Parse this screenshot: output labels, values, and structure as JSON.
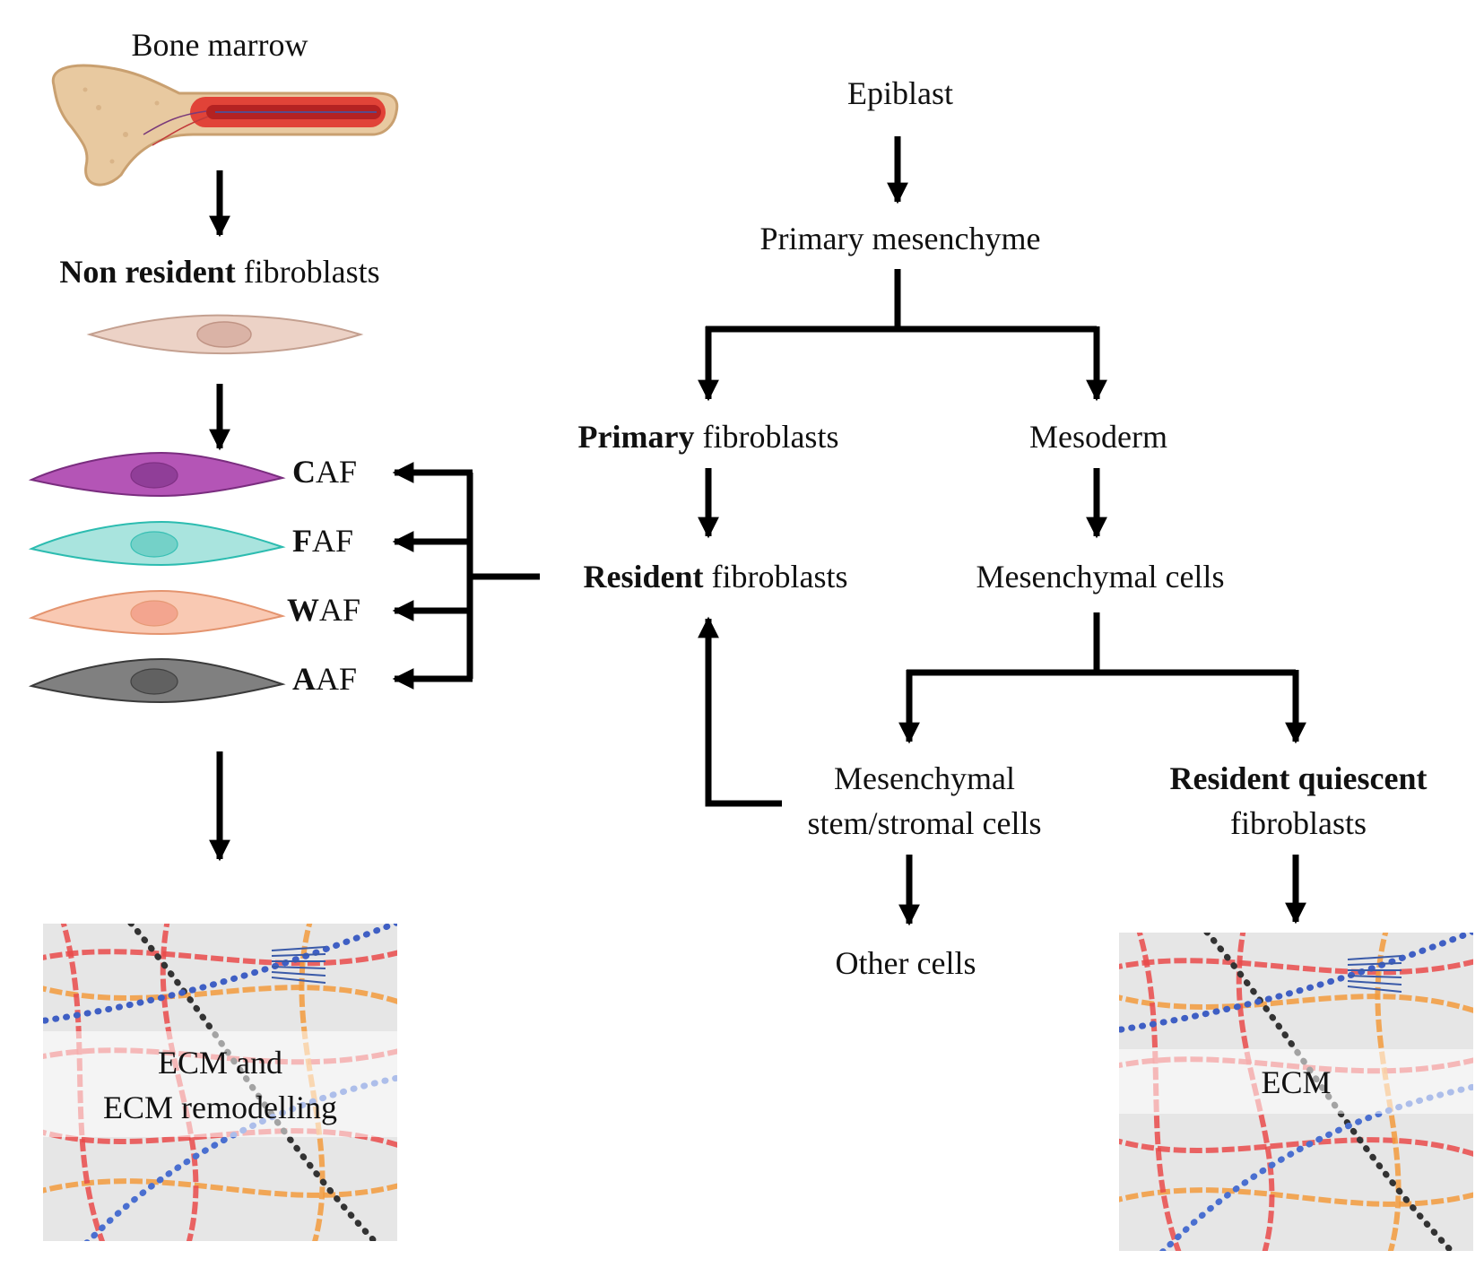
{
  "nodes": {
    "bone_marrow": "Bone marrow",
    "non_resident": {
      "bold": "Non resident",
      "rest": " fibroblasts"
    },
    "subtypes": [
      {
        "initial": "C",
        "rest": "AF",
        "fill": "#b455b6",
        "stroke": "#7a2d7f",
        "nucleus": "#8d3c95"
      },
      {
        "initial": "F",
        "rest": "AF",
        "fill": "#a9e4de",
        "stroke": "#2cbcb0",
        "nucleus": "#6fd0c6"
      },
      {
        "initial": "W",
        "rest": "AF",
        "fill": "#f9c9b3",
        "stroke": "#e4946f",
        "nucleus": "#f3a28c"
      },
      {
        "initial": "A",
        "rest": "AF",
        "fill": "#808080",
        "stroke": "#3a3a3a",
        "nucleus": "#5e5e5e"
      }
    ],
    "ecm_left_line1": "ECM and",
    "ecm_left_line2": "ECM remodelling",
    "epiblast": "Epiblast",
    "primary_mesenchyme": "Primary mesenchyme",
    "primary_fibroblasts": {
      "bold": "Primary",
      "rest": " fibroblasts"
    },
    "mesoderm": "Mesoderm",
    "resident_fibroblasts": {
      "bold": "Resident",
      "rest": " fibroblasts"
    },
    "mesenchymal_cells": "Mesenchymal cells",
    "msc_line1": "Mesenchymal",
    "msc_line2": "stem/stromal cells",
    "quiescent_line1": "Resident quiescent",
    "quiescent_line2": "fibroblasts",
    "other_cells": "Other cells",
    "ecm_right": "ECM"
  },
  "colors": {
    "bone": "#e8c9a0",
    "marrow": "#e0342c",
    "nonresident_cell": "#ecd2c6",
    "ecm_bg": "#e6e6e6",
    "collagen": "#e94a4a",
    "collagen_alt": "#f29a3c"
  }
}
